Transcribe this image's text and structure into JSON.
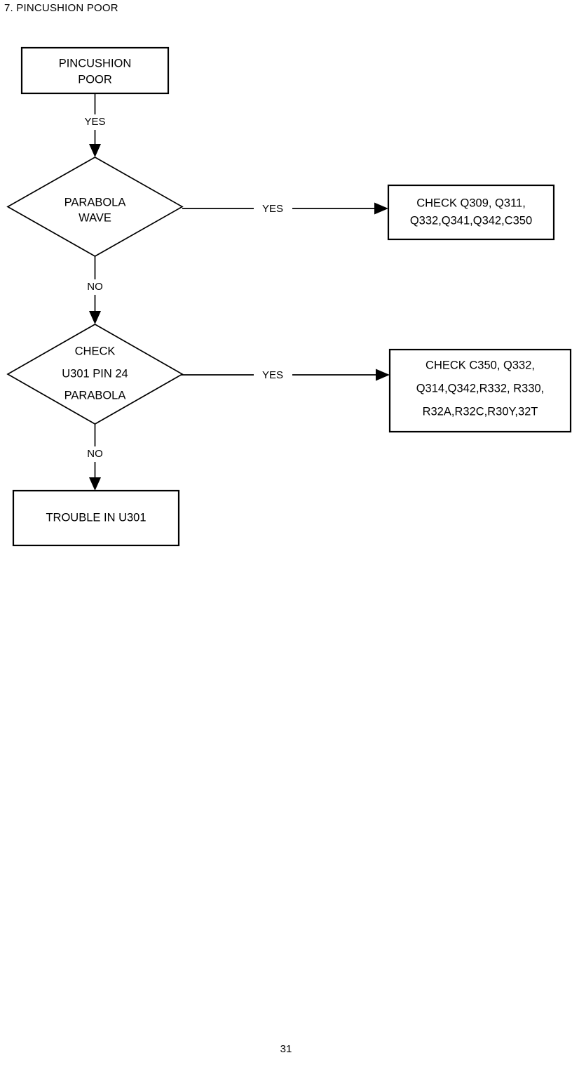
{
  "document": {
    "section_title": "7. PINCUSHION POOR",
    "page_number": "31"
  },
  "flowchart": {
    "type": "troubleshooting-flowchart",
    "nodes": [
      {
        "id": "start",
        "shape": "rectangle",
        "lines": [
          "PINCUSHION",
          "POOR"
        ],
        "line1": "PINCUSHION",
        "line2": "POOR"
      },
      {
        "id": "decision-1",
        "shape": "diamond",
        "lines": [
          "PARABOLA",
          "WAVE"
        ],
        "line1": "PARABOLA",
        "line2": "WAVE"
      },
      {
        "id": "action-1",
        "shape": "rectangle",
        "lines": [
          "CHECK Q309, Q311,",
          "Q332,Q341,Q342,C350"
        ],
        "line1": "CHECK Q309, Q311,",
        "line2": "Q332,Q341,Q342,C350"
      },
      {
        "id": "decision-2",
        "shape": "diamond",
        "lines": [
          "CHECK",
          "U301 PIN 24",
          "PARABOLA"
        ],
        "line1": "CHECK",
        "line2": "U301 PIN 24",
        "line3": "PARABOLA"
      },
      {
        "id": "action-2",
        "shape": "rectangle",
        "lines": [
          "CHECK C350, Q332,",
          "Q314,Q342,R332, R330,",
          "R32A,R32C,R30Y,32T"
        ],
        "line1": "CHECK C350, Q332,",
        "line2": "Q314,Q342,R332, R330,",
        "line3": "R32A,R32C,R30Y,32T"
      },
      {
        "id": "end",
        "shape": "rectangle",
        "lines": [
          "TROUBLE IN U301"
        ],
        "line1": "TROUBLE IN U301"
      }
    ],
    "edges": [
      {
        "id": "edge-start-to-decision1",
        "from": "start",
        "to": "decision-1",
        "label": "YES",
        "direction": "down"
      },
      {
        "id": "edge-decision1-to-action1",
        "from": "decision-1",
        "to": "action-1",
        "label": "YES",
        "direction": "right"
      },
      {
        "id": "edge-decision1-to-decision2",
        "from": "decision-1",
        "to": "decision-2",
        "label": "NO",
        "direction": "down"
      },
      {
        "id": "edge-decision2-to-action2",
        "from": "decision-2",
        "to": "action-2",
        "label": "YES",
        "direction": "right"
      },
      {
        "id": "edge-decision2-to-end",
        "from": "decision-2",
        "to": "end",
        "label": "NO",
        "direction": "down"
      }
    ]
  },
  "colors": {
    "background": "#ffffff",
    "stroke": "#000000",
    "text": "#000000"
  }
}
